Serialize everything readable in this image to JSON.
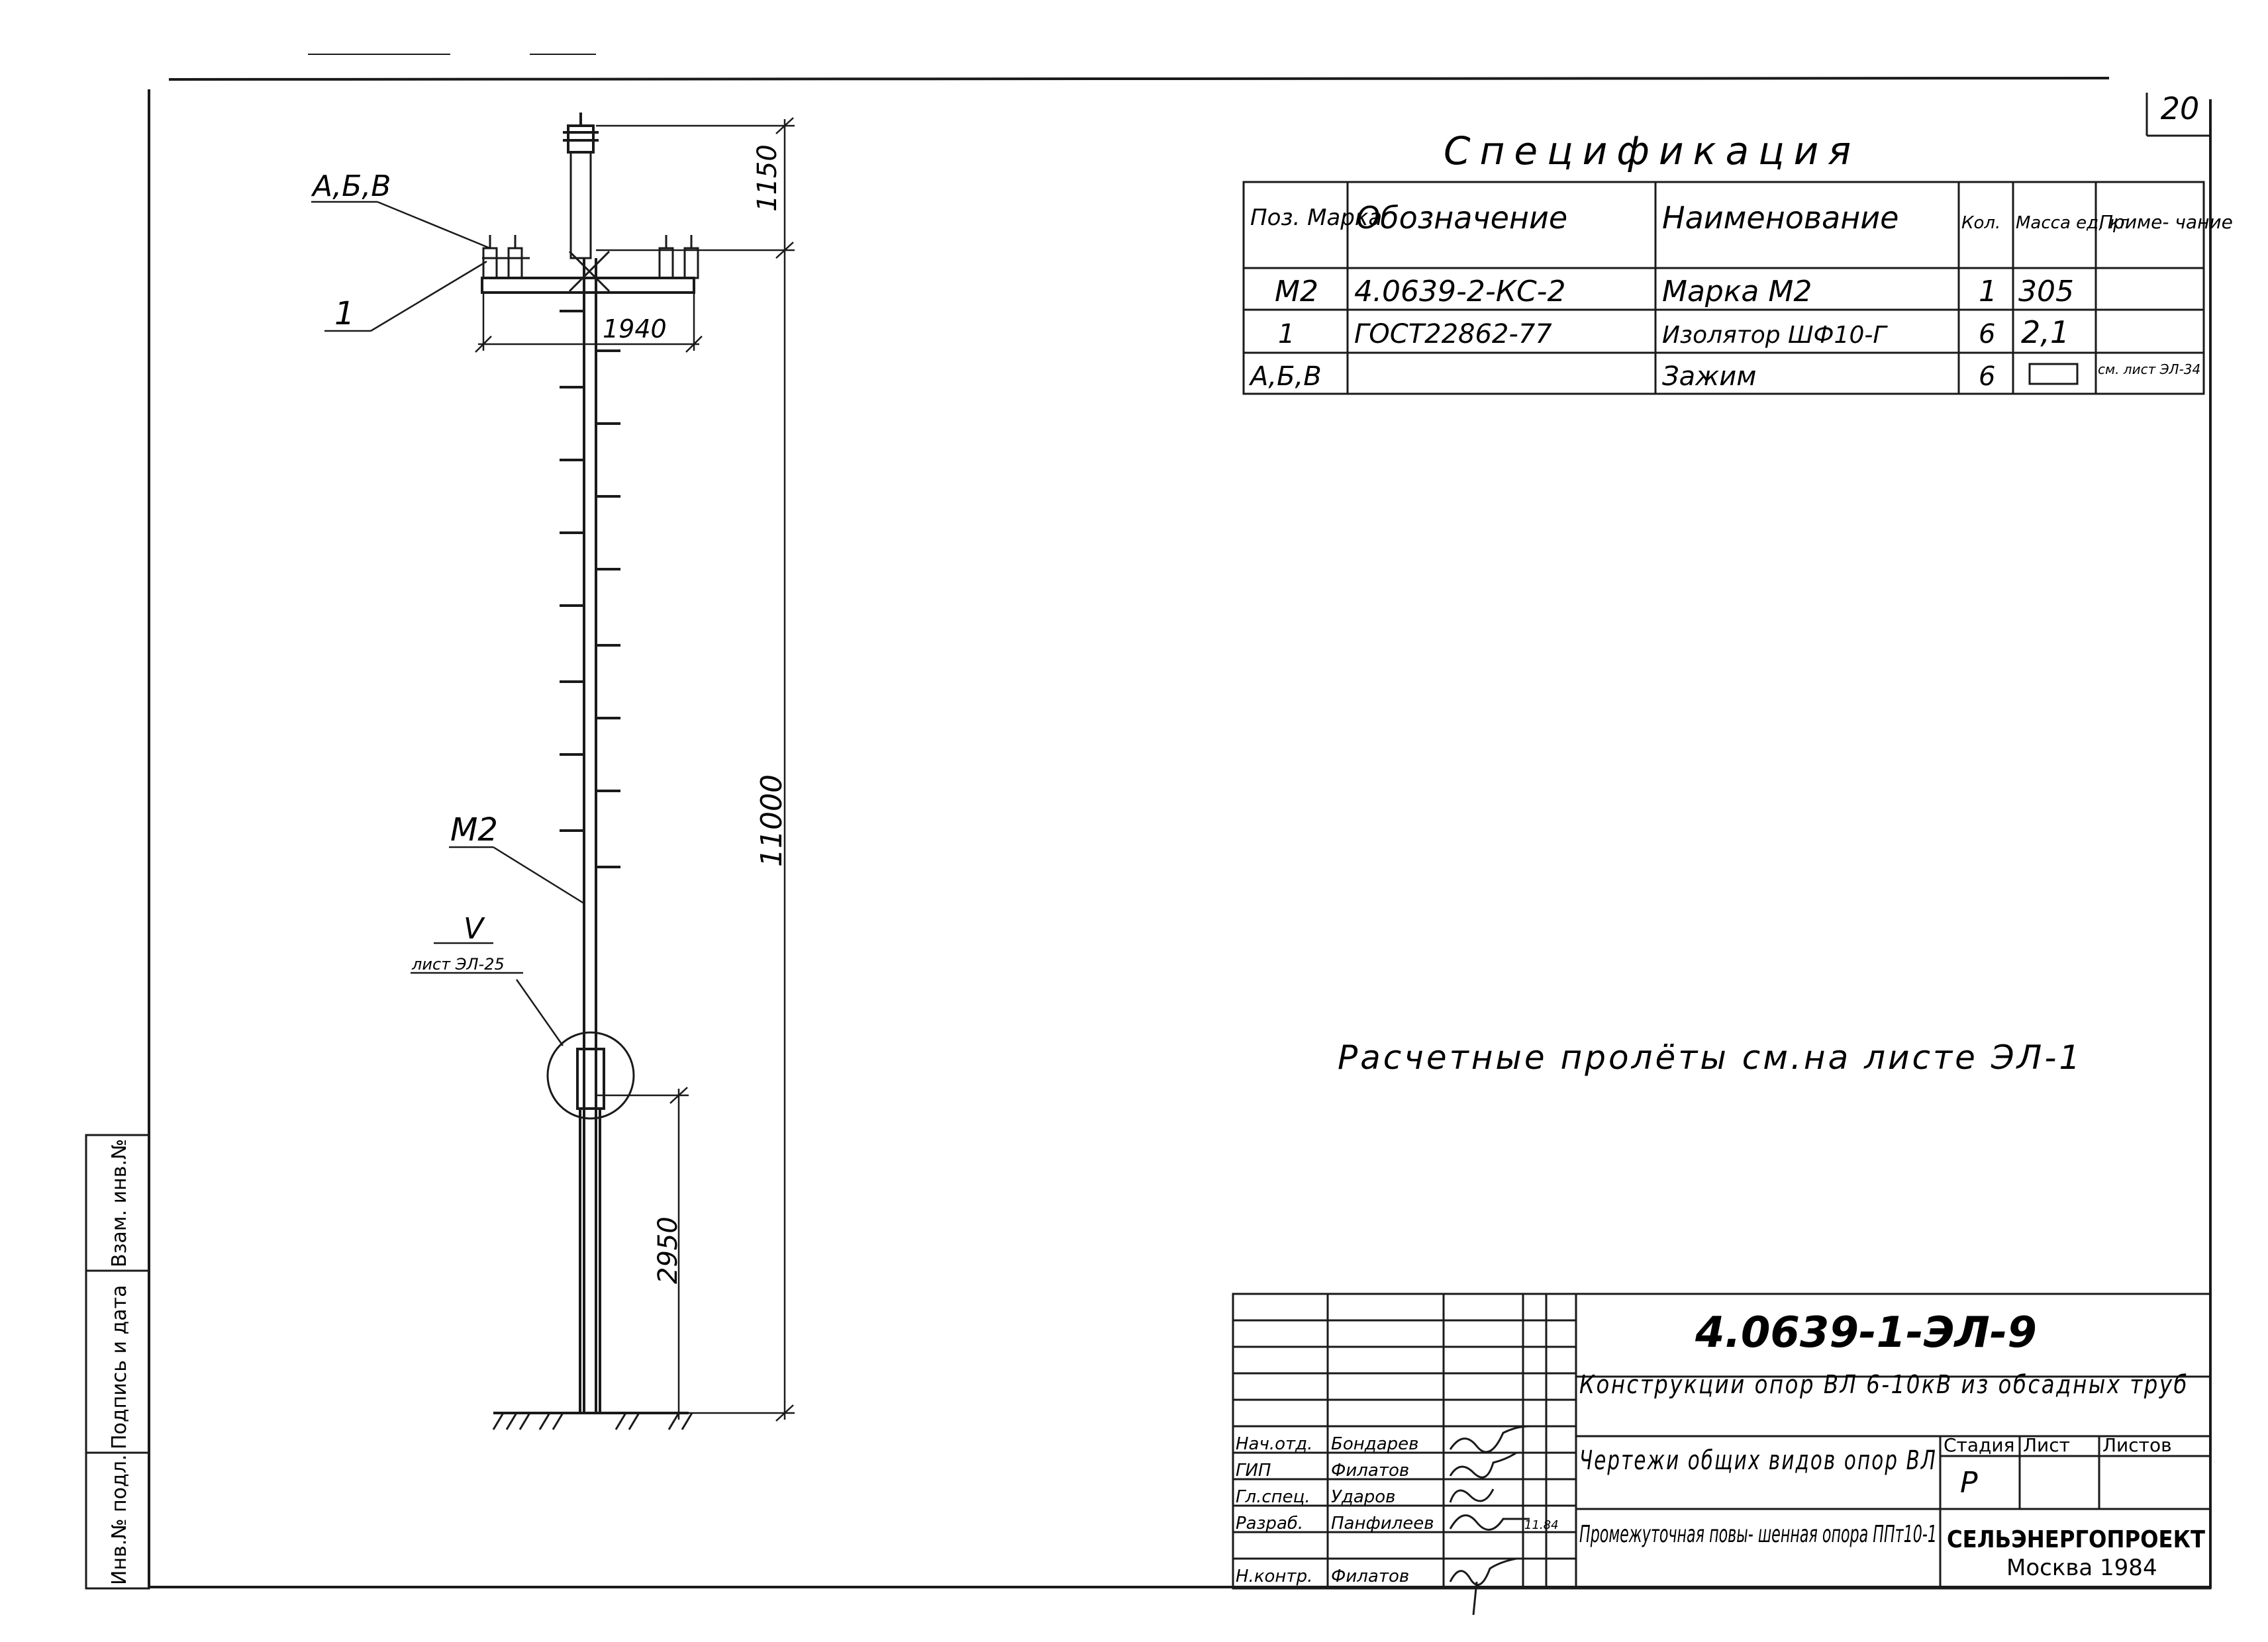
{
  "sheet": {
    "number": "20",
    "note": "Расчетные пролёты см.на листе  ЭЛ-1"
  },
  "drawing": {
    "labels": {
      "clamp": "А,Б,В",
      "insulator": "1",
      "mast": "М2",
      "detail_mark": "V",
      "detail_ref": "лист ЭЛ-25"
    },
    "dimensions": {
      "top": "1150",
      "crossarm": "1940",
      "main": "11000",
      "base": "2950"
    }
  },
  "specification": {
    "title": "Спецификация",
    "headers": [
      "Поз. Марка",
      "Обозначение",
      "Наименование",
      "Кол.",
      "Масса ед, кг",
      "Приме- чание"
    ],
    "rows": [
      {
        "pos": "М2",
        "designation": "4.0639-2-КС-2",
        "name": "Марка М2",
        "qty": "1",
        "mass": "305",
        "note": ""
      },
      {
        "pos": "1",
        "designation": "ГОСТ22862-77",
        "name": "Изолятор ШФ10-Г",
        "qty": "6",
        "mass": "2,1",
        "note": ""
      },
      {
        "pos": "А,Б,В",
        "designation": "",
        "name": "Зажим",
        "qty": "6",
        "mass": "",
        "note": "см. лист ЭЛ-34"
      }
    ]
  },
  "title_block": {
    "code": "4.0639-1-ЭЛ-9",
    "project": "Конструкции опор  ВЛ 6-10кВ из обсадных  труб",
    "section": "Чертежи общих видов опор ВЛ",
    "drawing_title": "Промежуточная повы- шенная опора ППт10-1",
    "stage_label": "Стадия",
    "sheet_label": "Лист",
    "sheets_label": "Листов",
    "stage": "Р",
    "org": "СЕЛЬЭНЕРГОПРОЕКТ",
    "city_year": "Москва 1984",
    "signatures": [
      {
        "role": "Нач.отд.",
        "name": "Бондарев",
        "date": ""
      },
      {
        "role": "ГИП",
        "name": "Филатов",
        "date": ""
      },
      {
        "role": "Гл.спец.",
        "name": "Ударов",
        "date": ""
      },
      {
        "role": "Разраб.",
        "name": "Панфилеев",
        "date": "11.84"
      },
      {
        "role": "Н.контр.",
        "name": "Филатов",
        "date": ""
      }
    ]
  },
  "side_stamp": {
    "inv": "Инв.№ подл.",
    "sign_date": "Подпись и дата",
    "replace": "Взам. инв.№"
  }
}
